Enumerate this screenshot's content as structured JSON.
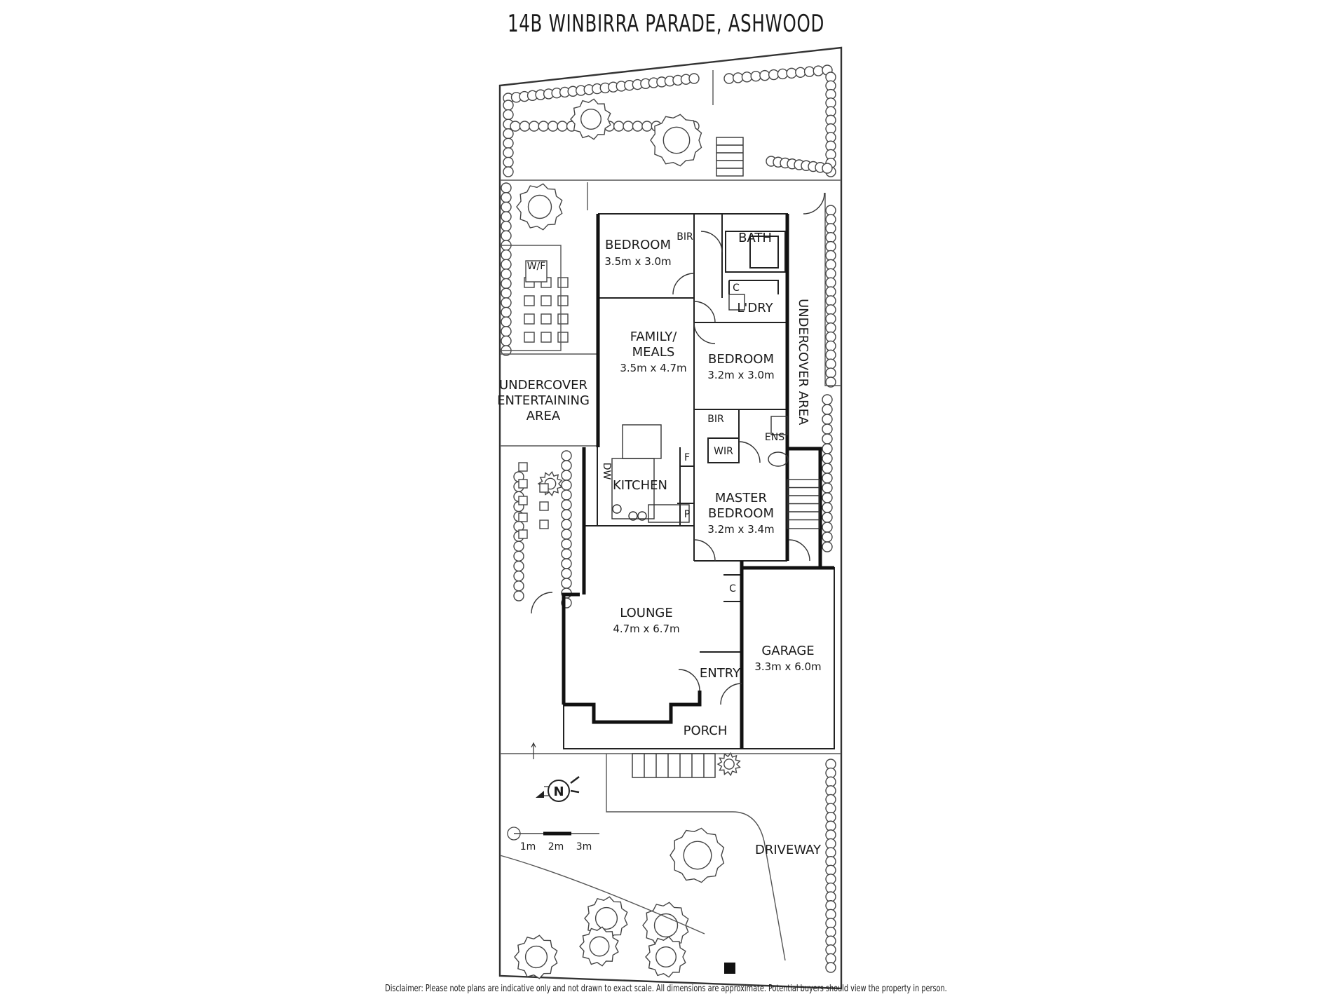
{
  "title": "14B WINBIRRA PARADE, ASHWOOD",
  "disclaimer": "Disclaimer: Please note plans are indicative only and not drawn to exact scale. All dimensions are approximate. Potential buyers should view the property in person.",
  "rooms": {
    "bedroom_2": {
      "name": "BEDROOM",
      "size": "3.5m x 3.0m"
    },
    "bir_1": {
      "name": "BIR"
    },
    "bath": {
      "name": "BATH"
    },
    "linen": {
      "name": "C"
    },
    "laundry": {
      "name": "L'DRY"
    },
    "undercover_area": {
      "name": "UNDERCOVER AREA"
    },
    "family": {
      "name_line1": "FAMILY/",
      "name_line2": "MEALS",
      "size": "3.5m x 4.7m"
    },
    "bedroom_3": {
      "name": "BEDROOM",
      "size": "3.2m x 3.0m"
    },
    "entertaining": {
      "line1": "UNDERCOVER",
      "line2": "ENTERTAINING",
      "line3": "AREA"
    },
    "wf": {
      "name": "W/F"
    },
    "bir_2": {
      "name": "BIR"
    },
    "ens": {
      "name": "ENS"
    },
    "wir": {
      "name": "WIR"
    },
    "fridge": {
      "name": "F"
    },
    "dishwasher": {
      "name": "DW"
    },
    "kitchen": {
      "name": "KITCHEN"
    },
    "pantry": {
      "name": "P"
    },
    "master": {
      "name_line1": "MASTER",
      "name_line2": "BEDROOM",
      "size": "3.2m x 3.4m"
    },
    "coat": {
      "name": "C"
    },
    "lounge": {
      "name": "LOUNGE",
      "size": "4.7m x 6.7m"
    },
    "entry": {
      "name": "ENTRY"
    },
    "garage": {
      "name": "GARAGE",
      "size": "3.3m x 6.0m"
    },
    "porch": {
      "name": "PORCH"
    },
    "driveway": {
      "name": "DRIVEWAY"
    }
  },
  "compass": {
    "label": "N"
  },
  "scale_bar": {
    "labels": [
      "1m",
      "2m",
      "3m"
    ]
  }
}
